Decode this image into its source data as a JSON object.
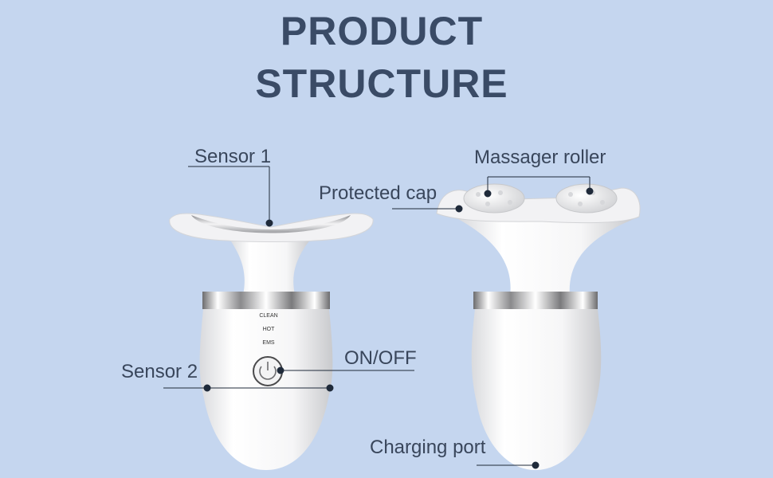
{
  "title": {
    "line1": "PRODUCT",
    "line2": "STRUCTURE"
  },
  "labels": {
    "sensor1": "Sensor 1",
    "sensor2": "Sensor 2",
    "on_off": "ON/OFF",
    "protected_cap": "Protected cap",
    "massager_roller": "Massager roller",
    "charging_port": "Charging port"
  },
  "device_modes": [
    "CLEAN",
    "HOT",
    "EMS"
  ],
  "colors": {
    "background": "#c5d6ef",
    "title": "#3a4b66",
    "label": "#39465b",
    "line": "#1f2a3a"
  }
}
